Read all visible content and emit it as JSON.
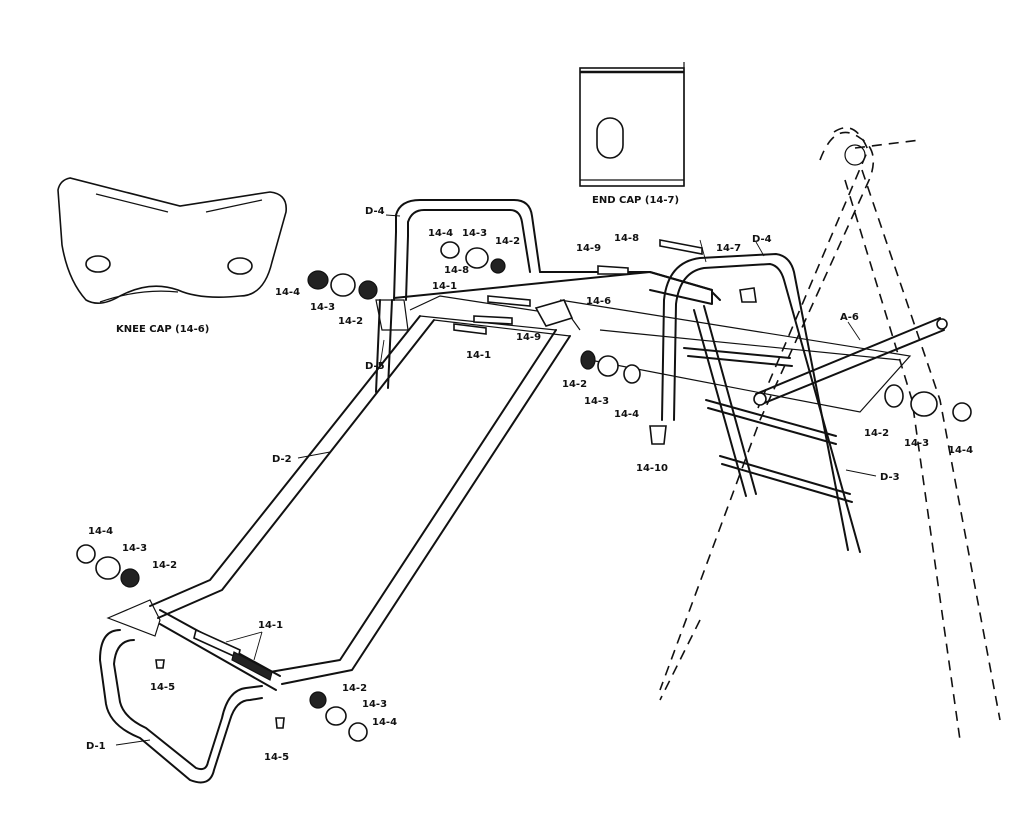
{
  "diagram": {
    "insets": {
      "knee_cap": "KNEE CAP (14-6)",
      "end_cap": "END CAP (14-7)"
    },
    "labels": {
      "d4_left": "D-4",
      "d4_right": "D-4",
      "d5": "D-5",
      "d2": "D-2",
      "d1": "D-1",
      "d3": "D-3",
      "a6": "A-6",
      "p14_4_a": "14-4",
      "p14_3_a": "14-3",
      "p14_2_a": "14-2",
      "p14_4_b": "14-4",
      "p14_3_b": "14-3",
      "p14_2_b": "14-2",
      "p14_9_a": "14-9",
      "p14_8_a": "14-8",
      "p14_1_a": "14-1",
      "p14_6": "14-6",
      "p14_9_b": "14-9",
      "p14_1_b": "14-1",
      "p14_8_b": "14-8",
      "p14_7": "14-7",
      "p14_2_c": "14-2",
      "p14_3_c": "14-3",
      "p14_4_c": "14-4",
      "p14_10": "14-10",
      "p14_2_d": "14-2",
      "p14_3_d": "14-3",
      "p14_4_d": "14-4",
      "p14_4_e": "14-4",
      "p14_3_e": "14-3",
      "p14_2_e": "14-2",
      "p14_1_c": "14-1",
      "p14_5_a": "14-5",
      "p14_2_f": "14-2",
      "p14_3_f": "14-3",
      "p14_4_f": "14-4",
      "p14_5_b": "14-5"
    }
  }
}
